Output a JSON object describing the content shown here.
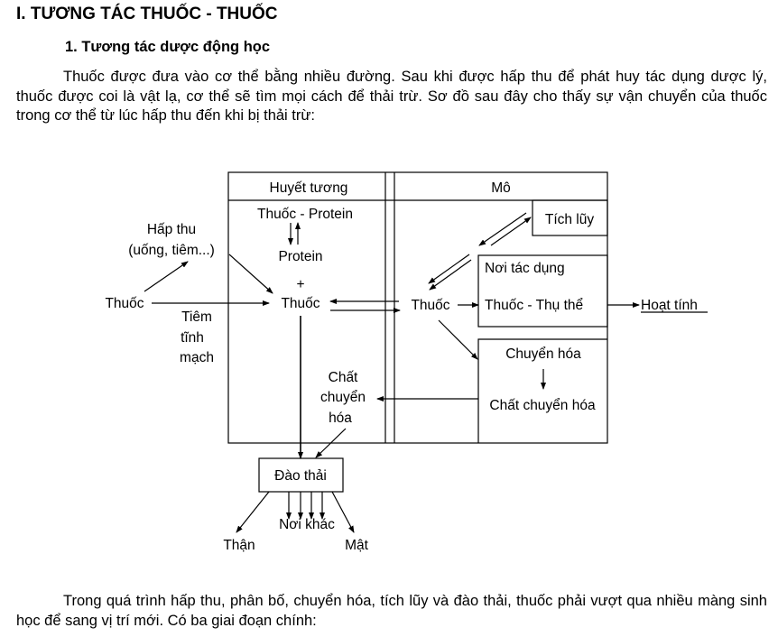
{
  "heading": "I. TƯƠNG TÁC THUỐC - THUỐC",
  "subheading": "1. Tương tác dược động học",
  "paragraph1": "Thuốc được đưa vào cơ thể bằng nhiều đường. Sau khi được hấp thu để phát huy tác dụng dược lý, thuốc được coi là vật lạ, cơ thể sẽ tìm mọi cách để thải trừ. Sơ đồ sau đây cho thấy sự vận chuyển của thuốc trong cơ thể từ lúc hấp thu đến khi bị thải trừ:",
  "paragraph2": "Trong quá trình hấp thu, phân bố, chuyển hóa, tích lũy và đào thải, thuốc phải vượt qua nhiều màng sinh học để sang vị trí mới. Có ba giai đoạn chính:",
  "diagram": {
    "plasma_header": "Huyết tương",
    "tissue_header": "Mô",
    "drug_protein": "Thuốc - Protein",
    "protein": "Protein",
    "plus": "+",
    "plasma_drug": "Thuốc",
    "absorption": "Hấp thu",
    "absorption_routes": "(uống, tiêm...)",
    "drug_input": "Thuốc",
    "iv_line1": "Tiêm",
    "iv_line2": "tĩnh",
    "iv_line3": "mạch",
    "tissue_drug": "Thuốc",
    "accumulation": "Tích lũy",
    "site_of_action": "Nơi tác dụng",
    "drug_receptor": "Thuốc - Thụ thể",
    "activity": "Hoạt tính",
    "metabolism": "Chuyển hóa",
    "metabolite": "Chất chuyển hóa",
    "metabolite_plasma_1": "Chất",
    "metabolite_plasma_2": "chuyển",
    "metabolite_plasma_3": "hóa",
    "elimination": "Đào thải",
    "other": "Nơi khác",
    "kidney": "Thận",
    "bile": "Mật"
  }
}
